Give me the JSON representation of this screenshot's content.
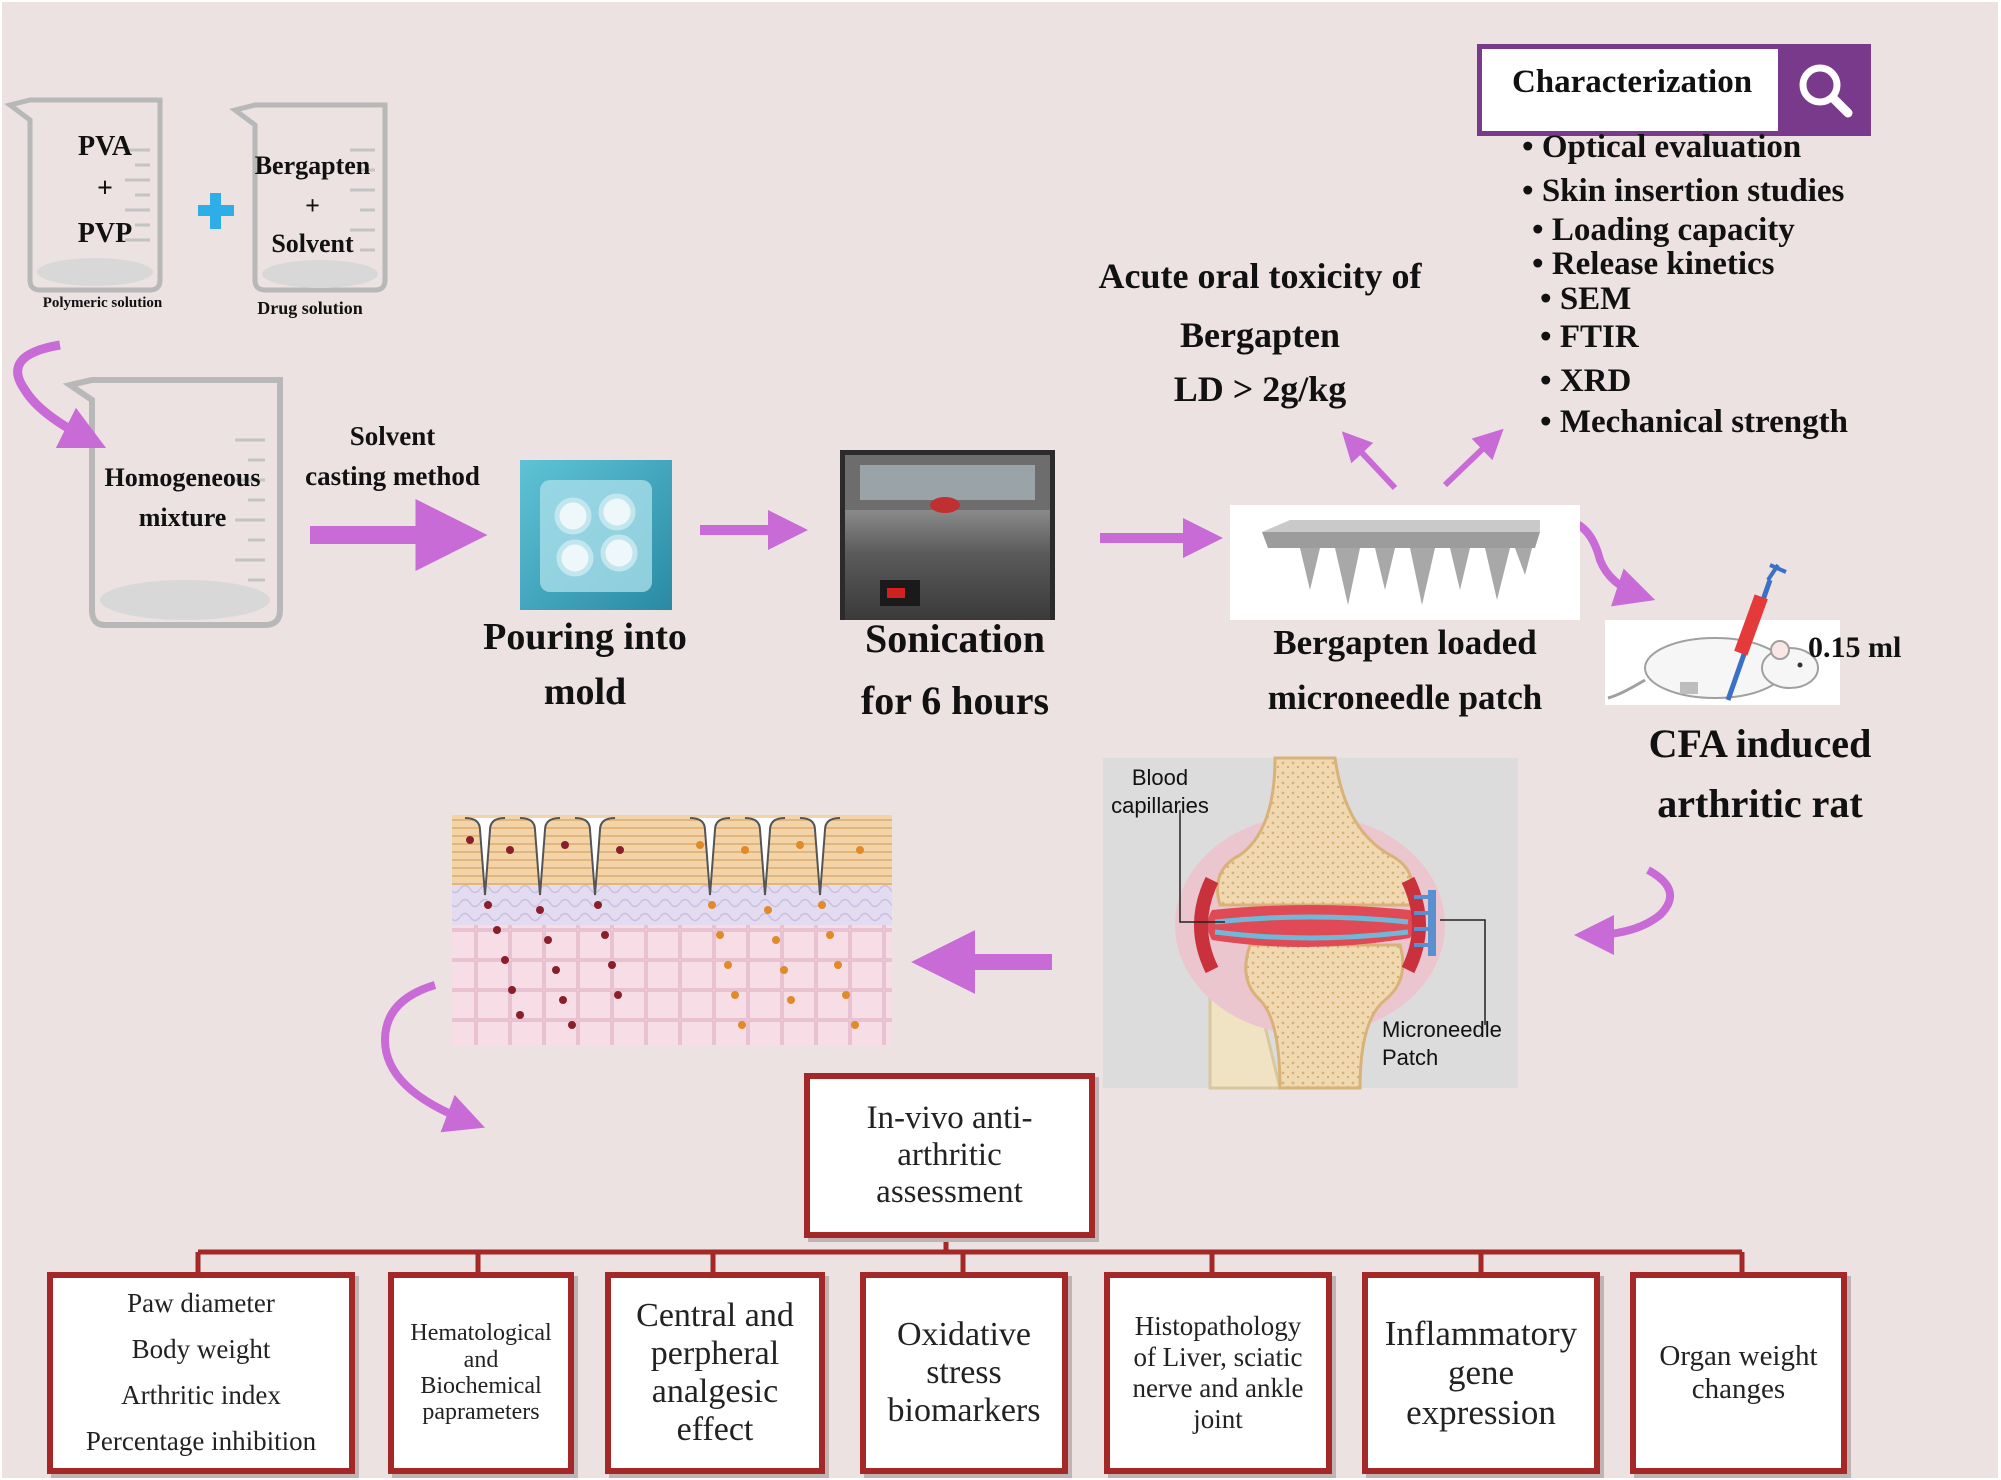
{
  "polymer_beaker": {
    "line1": "PVA",
    "line2": "+",
    "line3": "PVP",
    "caption": "Polymeric  solution"
  },
  "drug_beaker": {
    "line1": "Bergapten",
    "line2": "+",
    "line3": "Solvent",
    "caption": "Drug solution"
  },
  "mixture_beaker": {
    "line1": "Homogeneous",
    "line2": "mixture"
  },
  "solvent_casting": {
    "line1": "Solvent",
    "line2": "casting method"
  },
  "pouring": {
    "line1": "Pouring into",
    "line2": "mold"
  },
  "sonication": {
    "line1": "Sonication",
    "line2": "for 6 hours"
  },
  "patch": {
    "line1": "Bergapten  loaded",
    "line2": "microneedle patch"
  },
  "toxicity": {
    "line1": "Acute oral  toxicity of",
    "line2": "Bergapten",
    "line3": "LD > 2g/kg"
  },
  "characterization": {
    "title": "Characterization",
    "items": [
      "Optical evaluation",
      "Skin insertion studies",
      "Loading capacity",
      "Release kinetics",
      "SEM",
      "FTIR",
      "XRD",
      "Mechanical strength"
    ]
  },
  "dose": "0.15 ml",
  "rat": {
    "line1": "CFA induced",
    "line2": "arthritic  rat"
  },
  "joint": {
    "blood_line1": "Blood",
    "blood_line2": "capillaries",
    "mn_line1": "Microneedle",
    "mn_line2": "Patch"
  },
  "assessment": {
    "line1": "In-vivo  anti-",
    "line2": "arthritic",
    "line3": "assessment"
  },
  "outcomes": {
    "paw": [
      "Paw diameter",
      "Body weight",
      "Arthritic  index",
      "Percentage inhibition"
    ],
    "hema": [
      "Hematological",
      "and",
      "Biochemical",
      "paprameters"
    ],
    "analgesic": [
      "Central and",
      "perpheral",
      "analgesic",
      "effect"
    ],
    "oxidative": [
      "Oxidative",
      "stress",
      "biomarkers"
    ],
    "histo": [
      "Histopathology",
      "of Liver,  sciatic",
      "nerve and ankle",
      "joint"
    ],
    "gene": [
      "Inflammatory",
      "gene",
      "expression"
    ],
    "organ": [
      "Organ weight",
      "changes"
    ]
  },
  "colors": {
    "arrow": "#c96bd6",
    "box_border": "#a52828",
    "char_border": "#7a3a8c",
    "plus": "#2eaee6",
    "background": "#ece2e2"
  }
}
